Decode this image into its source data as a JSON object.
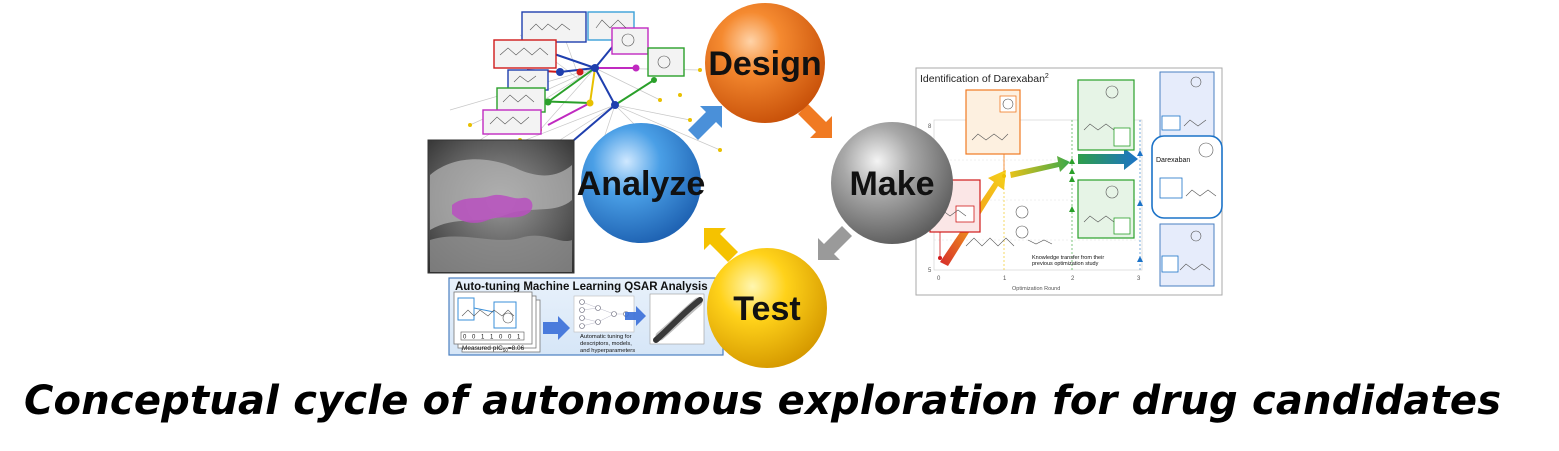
{
  "cycle": {
    "design": "Design",
    "make": "Make",
    "test": "Test",
    "analyze": "Analyze",
    "colors": {
      "design": "#f07a22",
      "make": "#8a8a8a",
      "test": "#f5c200",
      "analyze": "#3a8fd8"
    }
  },
  "qsar": {
    "title": "Auto-tuning Machine Learning QSAR Analysis",
    "bits": [
      "0",
      "0",
      "1",
      "1",
      "0",
      "0",
      "1"
    ],
    "measured": "Measured pIC",
    "measured_sub": "50",
    "measured_val": "=8.06",
    "tuning_line1": "Automatic tuning for",
    "tuning_line2": "descriptors, models,",
    "tuning_line3": "and hyperparameters"
  },
  "optimization": {
    "title": "Identification of Darexaban",
    "title_sup": "2",
    "y_ticks": [
      "8",
      "5"
    ],
    "x_ticks": [
      "0",
      "1",
      "2",
      "3"
    ],
    "xlabel": "Optimization Round",
    "knowledge_line1": "Knowledge transfer from their",
    "knowledge_line2": "previous optimization study",
    "darexaban_label": "Darexaban"
  },
  "caption": "Conceptual cycle of autonomous exploration for drug candidates"
}
